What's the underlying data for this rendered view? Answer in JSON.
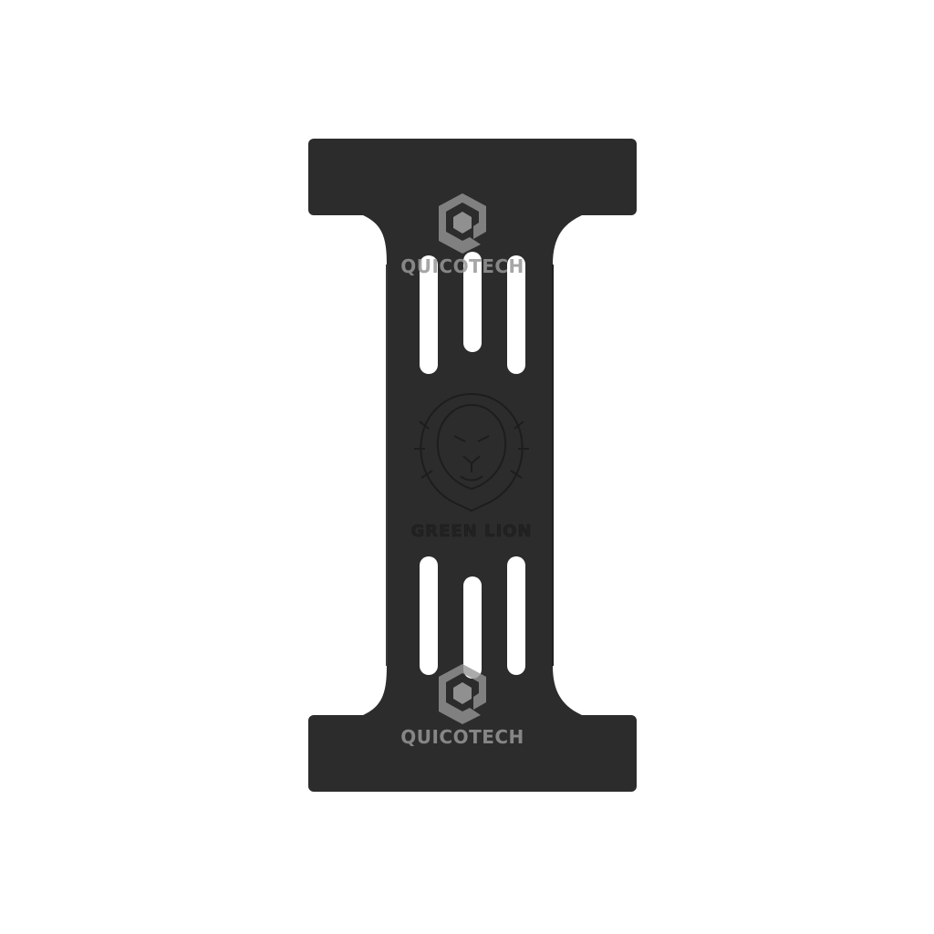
{
  "product": {
    "name": "phone strap grip",
    "color": "#2c2c2c",
    "engraving_logo": "lion-head-logo",
    "engraving_text": "GREEN LION"
  },
  "watermarks": [
    {
      "text": "QUICOTECH",
      "icon": "quicotech-logo-icon"
    },
    {
      "text": "QUICOTECH",
      "icon": "quicotech-logo-icon"
    }
  ],
  "colors": {
    "background": "#ffffff",
    "strap": "#2c2c2c",
    "slot": "#ffffff",
    "watermark": "#969696"
  }
}
